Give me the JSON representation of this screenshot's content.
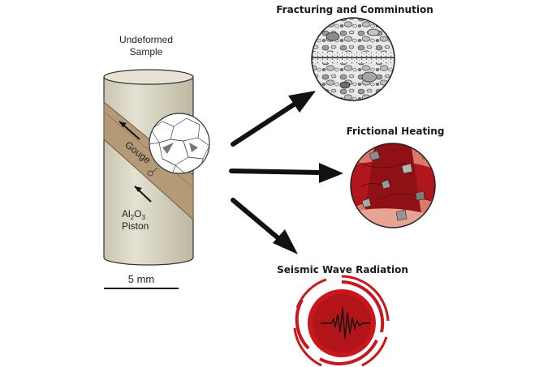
{
  "sample": {
    "title_line1": "Undeformed",
    "title_line2": "Sample",
    "gouge_label": "Gouge",
    "piston_chem_al": "Al",
    "piston_chem_al_sub": "2",
    "piston_chem_o": "O",
    "piston_chem_o_sub": "3",
    "piston_label": "Piston"
  },
  "scale_bar": {
    "label": "5 mm"
  },
  "processes": [
    {
      "label": "Fracturing and Comminution"
    },
    {
      "label": "Frictional Heating"
    },
    {
      "label": "Seismic Wave Radiation"
    }
  ],
  "colors": {
    "cylinder_fill": "#d6d2bf",
    "gouge_fill": "#b59a78",
    "heat_red": "#b0161c",
    "heat_dark": "#7a0c10",
    "seismic_red": "#c8181e",
    "arrow": "#111111"
  }
}
